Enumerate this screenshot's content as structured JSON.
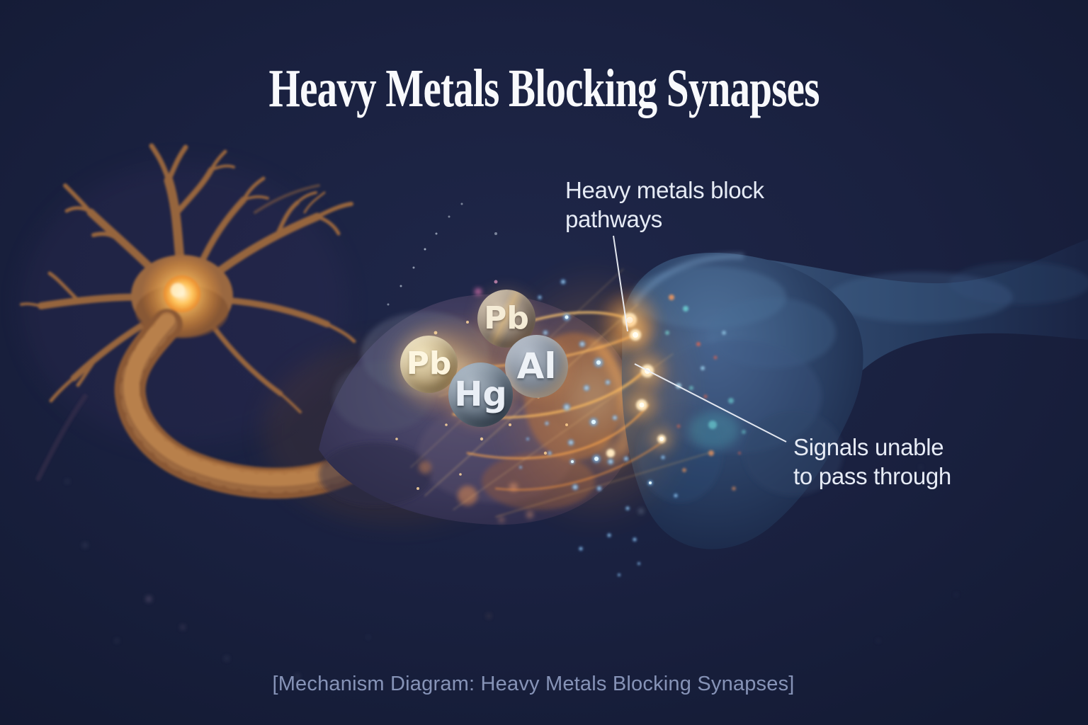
{
  "title": "Heavy Metals Blocking Synapses",
  "annotations": {
    "pathways": "Heavy metals block\npathways",
    "signals": "Signals unable\nto pass through"
  },
  "metals": [
    {
      "symbol": "Pb"
    },
    {
      "symbol": "Pb"
    },
    {
      "symbol": "Al"
    },
    {
      "symbol": "Hg"
    }
  ],
  "caption": "[Mechanism Diagram: Heavy Metals Blocking Synapses]",
  "colors": {
    "background": "#1a2140",
    "glow_orange": "#ffb050",
    "particle_blue": "#7cc8ff",
    "neuron_brown": "#9a6840",
    "terminal_blue": "#2c4266",
    "text_light": "#e6ebf5"
  }
}
